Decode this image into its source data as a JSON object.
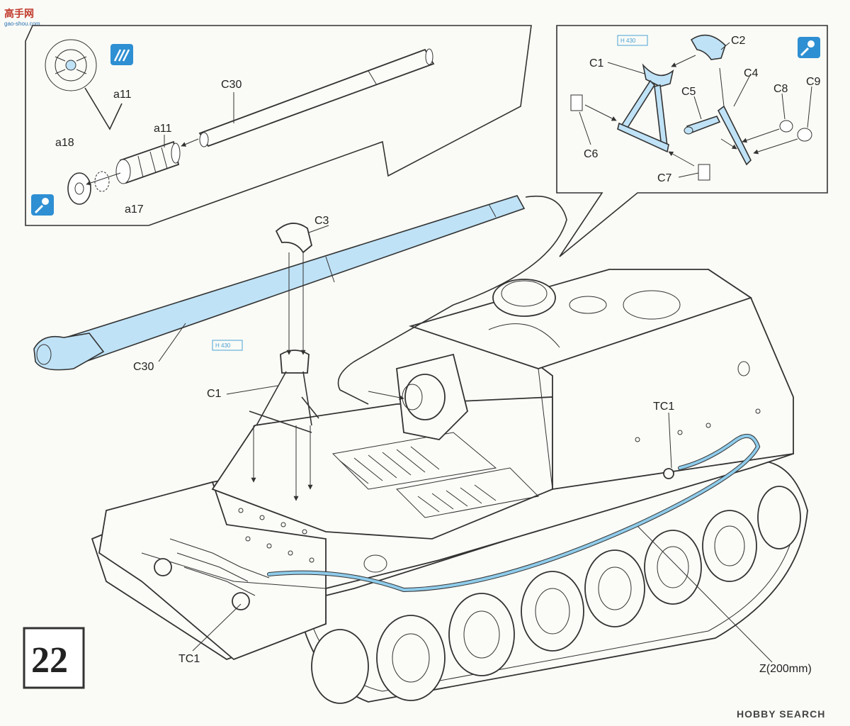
{
  "watermark": {
    "logo_text": "高手网",
    "url": "gao-shou.com"
  },
  "step": {
    "number": "22"
  },
  "labels": {
    "a11_top": "a11",
    "a11_mid": "a11",
    "a18": "a18",
    "a17": "a17",
    "c30_top": "C30",
    "c30_main": "C30",
    "c3": "C3",
    "c1_main": "C1",
    "c1_inset": "C1",
    "c2": "C2",
    "c4": "C4",
    "c5": "C5",
    "c6": "C6",
    "c7": "C7",
    "c8": "C8",
    "c9": "C9",
    "tc1_top": "TC1",
    "tc1_bottom": "TC1",
    "z_cable": "Z(200mm)"
  },
  "paint_tags": {
    "inset_right": "H 430",
    "main_gun": "H 430"
  },
  "footer": {
    "brand": "HOBBY SEARCH"
  },
  "colors": {
    "part_highlight": "#bfe2f6",
    "cable": "#8fcbea",
    "icon_blue": "#2f8fd3"
  }
}
